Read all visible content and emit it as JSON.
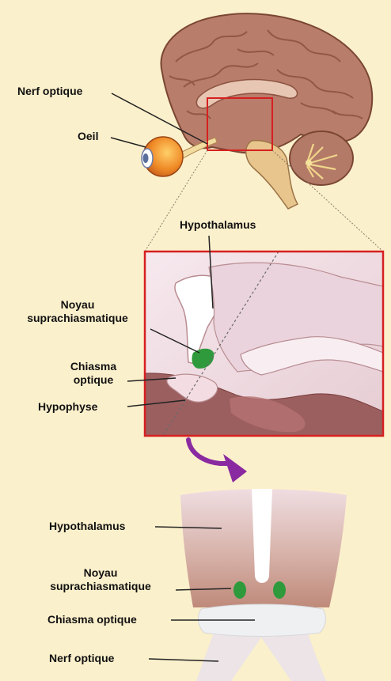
{
  "labels": {
    "nerf_optique_top": "Nerf optique",
    "oeil": "Oeil",
    "hypothalamus_detail": "Hypothalamus",
    "noyau_line1": "Noyau",
    "noyau_line2": "suprachiasmatique",
    "chiasma_line1": "Chiasma",
    "chiasma_line2": "optique",
    "hypophyse": "Hypophyse",
    "hypothalamus_bottom": "Hypothalamus",
    "noyau_bottom_line1": "Noyau",
    "noyau_bottom_line2": "suprachiasmatique",
    "chiasma_bottom": "Chiasma optique",
    "nerf_optique_bottom": "Nerf optique"
  },
  "colors": {
    "background": "#fbf0cc",
    "brain": "#b97d6b",
    "frame": "#d62020",
    "nucleus": "#2e9a3c",
    "arrow": "#8a2aa0"
  }
}
